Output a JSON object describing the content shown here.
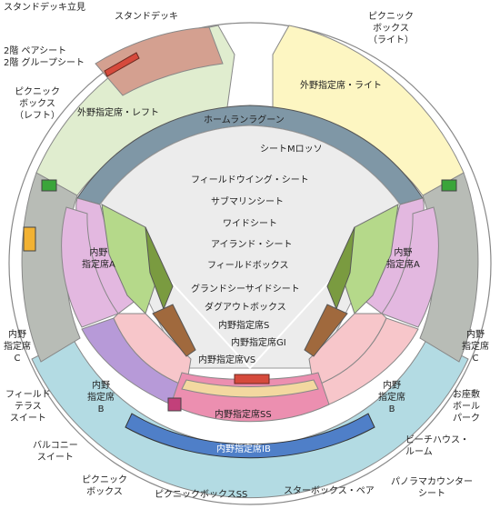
{
  "labels": {
    "stand_deck_standing": "スタンドデッキ立見",
    "stand_deck": "スタンドデッキ",
    "picnic_box_right": "ピクニック\nボックス\n（ライト）",
    "floor2_pair_group": "2階 ペアシート\n2階 グループシート",
    "picnic_box_left": "ピクニック\nボックス\n（レフト）",
    "outfield_left": "外野指定席・レフト",
    "outfield_right": "外野指定席・ライト",
    "homerun_lagoon": "ホームランラグーン",
    "seat_m_lodge": "シートMロッソ",
    "field_wing": "フィールドウイング・シート",
    "submarine": "サブマリンシート",
    "wide_seat": "ワイドシート",
    "island_seat": "アイランド・シート",
    "field_box": "フィールドボックス",
    "grand_side": "グランドシーサイドシート",
    "dugout_box": "ダグアウトボックス",
    "infield_s": "内野指定席S",
    "infield_gi": "内野指定席GI",
    "infield_vs": "内野指定席VS",
    "infield_ss": "内野指定席SS",
    "infield_ib": "内野指定席IB",
    "infield_a_left": "内野\n指定席A",
    "infield_a_right": "内野\n指定席A",
    "infield_b_left": "内野\n指定席\nB",
    "infield_b_right": "内野\n指定席\nB",
    "infield_c_left": "内野\n指定席\nC",
    "infield_c_right": "内野\n指定席\nC",
    "field_terrace": "フィールド\nテラス\nスイート",
    "balcony_suite": "バルコニー\nスイート",
    "picnic_box": "ピクニック\nボックス",
    "picnic_box_ss": "ピクニックボックスSS",
    "star_box_pair": "スターボックス・ペア",
    "panorama_counter": "パノラマカウンター\nシート",
    "beach_house": "ビーチハウス・\nルーム",
    "ozashiki_ball_park": "お座敷\nボール\nパーク"
  },
  "colors": {
    "outfield_left": "#e0edcf",
    "outfield_right": "#fdf6c2",
    "stand_deck": "#d4a090",
    "lagoon": "#7f97a6",
    "field": "#ececec",
    "infield_a": "#e3b8e0",
    "infield_b": "#b79ad8",
    "infield_c": "#b8bcb6",
    "infield_pink": "#f7c6ca",
    "infield_ss": "#ec8fb0",
    "infield_ib": "#4f7fc8",
    "band_blue": "#b3dbe3",
    "wing_green": "#b5d98a",
    "dark_olive": "#7a9b40",
    "brown": "#a0693d",
    "picnic_green": "#3aa53a",
    "orange": "#f2b233"
  }
}
